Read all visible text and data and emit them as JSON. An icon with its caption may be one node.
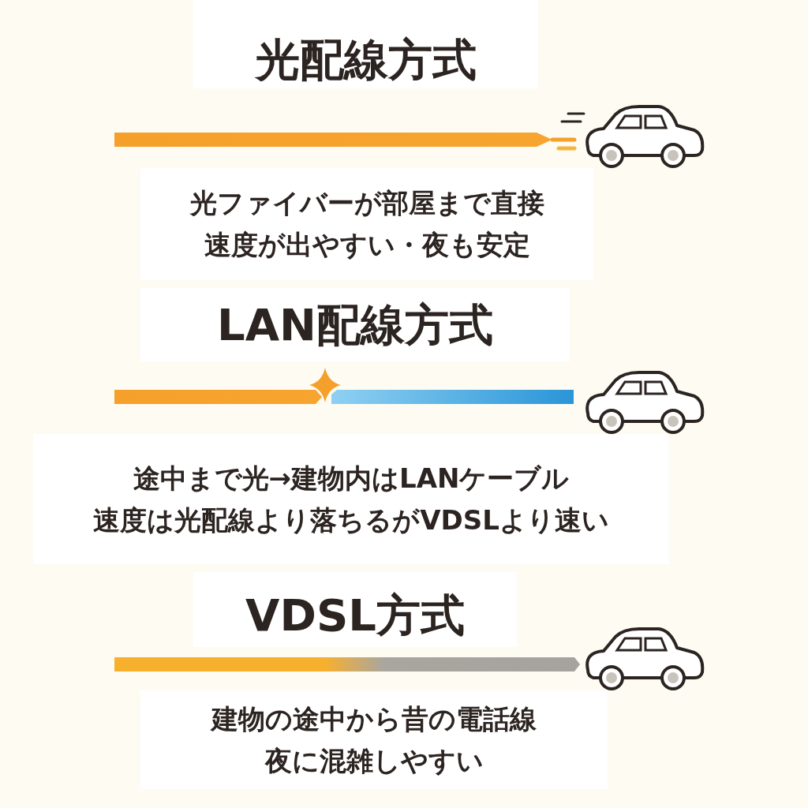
{
  "diagram": {
    "nodes": [
      {
        "text": [
          "光配線方式"
        ]
      },
      {
        "text": [
          "光ファイバーが部屋まで直接",
          "速度が出やすい・夜も安定"
        ]
      },
      {
        "text": [
          "LAN配線方式"
        ]
      },
      {
        "text": [
          "途中まで光→建物内はLANケーブル",
          "速度は光配線より落ちるがVDSLより速い"
        ]
      },
      {
        "text": [
          "VDSL方式"
        ]
      },
      {
        "text": [
          "建物の途中から昔の電話線",
          "夜に混雑しやすい"
        ]
      }
    ]
  }
}
